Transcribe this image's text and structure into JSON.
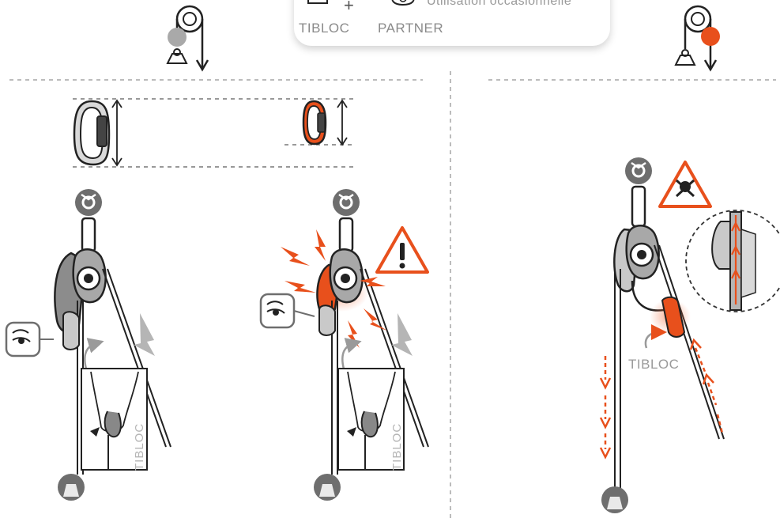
{
  "legend": {
    "tibloc_label": "TIBLOC",
    "partner_label": "PARTNER",
    "plus": "+",
    "usage_text": "Utilisation occasionnelle"
  },
  "panels": {
    "card_left_label": "TIBLOC",
    "card_middle_label": "TIBLOC",
    "right_device_label": "TIBLOC"
  },
  "colors": {
    "accent": "#e8501c",
    "grey_dark": "#6e6e6e",
    "grey_mid": "#9a9a9a",
    "grey_light": "#c9c9c9",
    "dash": "#7a7a7a"
  },
  "icons": [
    "pulley-haul-icon",
    "eye-inspect-icon",
    "warning-icon",
    "danger-skull-icon",
    "anchor-icon",
    "load-icon"
  ]
}
